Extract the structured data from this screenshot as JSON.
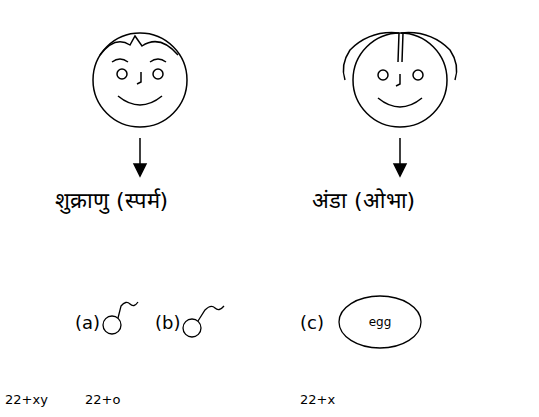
{
  "diagram": {
    "nodes": [
      {
        "text": [
          "egg"
        ]
      }
    ],
    "labels": [
      "शुक्राणु (स्पर्म)",
      "अंडा (ओभा)",
      "(a)",
      "(b)",
      "(c)",
      "22+xy",
      "22+o",
      "22+x"
    ]
  }
}
